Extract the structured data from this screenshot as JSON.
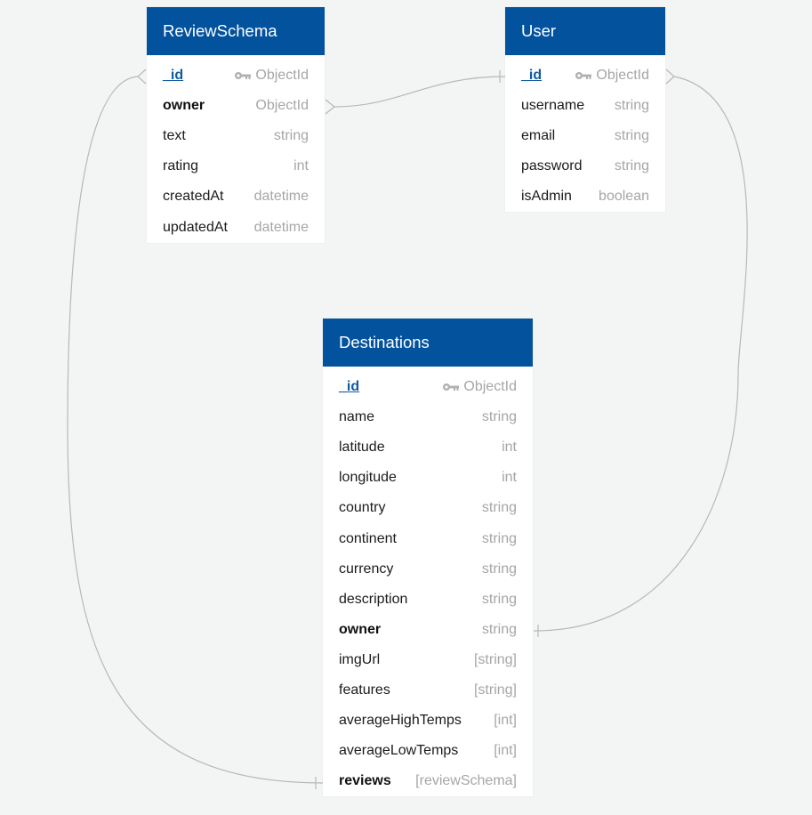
{
  "tables": {
    "review": {
      "title": "ReviewSchema",
      "fields": [
        {
          "name": "_id",
          "type": "ObjectId",
          "style": "pk",
          "key": true
        },
        {
          "name": "owner",
          "type": "ObjectId",
          "style": "bold",
          "key": false
        },
        {
          "name": "text",
          "type": "string",
          "style": "",
          "key": false
        },
        {
          "name": "rating",
          "type": "int",
          "style": "",
          "key": false
        },
        {
          "name": "createdAt",
          "type": "datetime",
          "style": "",
          "key": false
        },
        {
          "name": "updatedAt",
          "type": "datetime",
          "style": "",
          "key": false
        }
      ]
    },
    "user": {
      "title": "User",
      "fields": [
        {
          "name": "_id",
          "type": "ObjectId",
          "style": "pk",
          "key": true
        },
        {
          "name": "username",
          "type": "string",
          "style": "",
          "key": false
        },
        {
          "name": "email",
          "type": "string",
          "style": "",
          "key": false
        },
        {
          "name": "password",
          "type": "string",
          "style": "",
          "key": false
        },
        {
          "name": "isAdmin",
          "type": "boolean",
          "style": "",
          "key": false
        }
      ]
    },
    "destinations": {
      "title": "Destinations",
      "fields": [
        {
          "name": "_id",
          "type": "ObjectId",
          "style": "pk",
          "key": true
        },
        {
          "name": "name",
          "type": "string",
          "style": "",
          "key": false
        },
        {
          "name": "latitude",
          "type": "int",
          "style": "",
          "key": false
        },
        {
          "name": "longitude",
          "type": "int",
          "style": "",
          "key": false
        },
        {
          "name": "country",
          "type": "string",
          "style": "",
          "key": false
        },
        {
          "name": "continent",
          "type": "string",
          "style": "",
          "key": false
        },
        {
          "name": "currency",
          "type": "string",
          "style": "",
          "key": false
        },
        {
          "name": "description",
          "type": "string",
          "style": "",
          "key": false
        },
        {
          "name": "owner",
          "type": "string",
          "style": "bold",
          "key": false
        },
        {
          "name": "imgUrl",
          "type": "[string]",
          "style": "",
          "key": false
        },
        {
          "name": "features",
          "type": "[string]",
          "style": "",
          "key": false
        },
        {
          "name": "averageHighTemps",
          "type": "[int]",
          "style": "",
          "key": false
        },
        {
          "name": "averageLowTemps",
          "type": "[int]",
          "style": "",
          "key": false
        },
        {
          "name": "reviews",
          "type": "[reviewSchema]",
          "style": "bold",
          "key": false
        }
      ]
    }
  },
  "colors": {
    "header": "#03529d",
    "primary_key": "#0f5aa0",
    "type_text": "#a6a6a6",
    "connector": "#b8b8b8",
    "background": "#f3f4f4"
  }
}
